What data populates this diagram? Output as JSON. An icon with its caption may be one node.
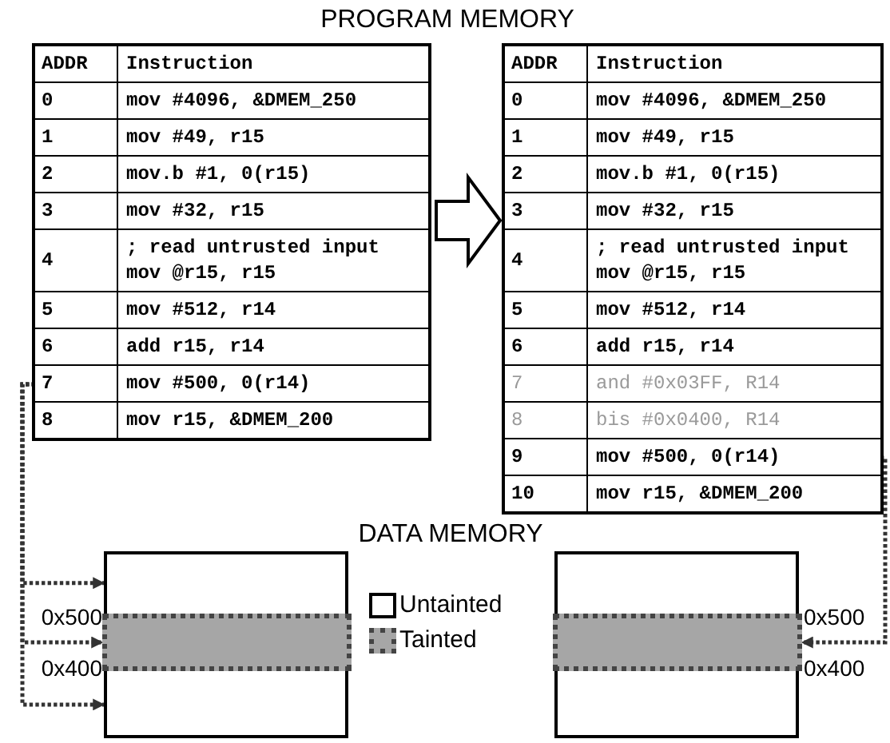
{
  "diagram": {
    "title": "PROGRAM MEMORY",
    "nodes": [
      {
        "text": [],
        "shape": "table"
      },
      {
        "text": [
          "ADDR",
          "Instruction"
        ],
        "in": 0
      },
      {
        "text": [
          "0",
          "mov #4096, &DMEM_250"
        ],
        "in": 0
      },
      {
        "text": [
          "1",
          "mov #49, r15"
        ],
        "in": 0
      },
      {
        "text": [
          "2",
          "mov.b #1, 0(r15)"
        ],
        "in": 0
      },
      {
        "text": [
          "3",
          "mov #32, r15"
        ],
        "in": 0
      },
      {
        "text": [
          "4",
          "; read untrusted input mov @r15, r15"
        ],
        "in": 0
      },
      {
        "text": [
          "5",
          "mov #512, r14"
        ],
        "in": 0
      },
      {
        "text": [
          "6",
          "add r15, r14"
        ],
        "in": 0
      },
      {
        "text": [
          "7",
          "mov #500, 0(r14)"
        ],
        "in": 0
      },
      {
        "text": [
          "8",
          "mov r15, &DMEM_200"
        ],
        "in": 0
      },
      {
        "text": [],
        "shape": "table"
      },
      {
        "text": [
          "ADDR",
          "Instruction"
        ],
        "in": 11
      },
      {
        "text": [
          "0",
          "mov #4096, &DMEM_250"
        ],
        "in": 11
      },
      {
        "text": [
          "1",
          "mov #49, r15"
        ],
        "in": 11
      },
      {
        "text": [
          "2",
          "mov.b #1, 0(r15)"
        ],
        "in": 11
      },
      {
        "text": [
          "3",
          "mov #32, r15"
        ],
        "in": 11
      },
      {
        "text": [
          "4",
          "; read untrusted input mov @r15, r15"
        ],
        "in": 11
      },
      {
        "text": [
          "5",
          "mov #512, r14"
        ],
        "in": 11
      },
      {
        "text": [
          "6",
          "add r15, r14"
        ],
        "in": 11
      },
      {
        "text": [
          "7",
          "and #0x03FF, R14"
        ],
        "in": 11
      },
      {
        "text": [
          "8",
          "bis #0x0400, R14"
        ],
        "in": 11
      },
      {
        "text": [
          "9",
          "mov #500, 0(r14)"
        ],
        "in": 11
      },
      {
        "text": [
          "10",
          "mov r15, &DMEM_200"
        ],
        "in": 11
      },
      {
        "text": [],
        "shape": "box"
      },
      {
        "text": [],
        "shape": "bar",
        "in": 24
      },
      {
        "text": [],
        "shape": "box"
      },
      {
        "text": [],
        "shape": "bar",
        "in": 26
      }
    ],
    "edges": [
      {
        "from": 0,
        "to": 11,
        "arrow": "to",
        "style": "thick"
      },
      {
        "from": 9,
        "to": 24,
        "arrow": "to",
        "style": "dashed"
      },
      {
        "from": 9,
        "to": 25,
        "arrow": "to",
        "style": "dashed"
      },
      {
        "from": 9,
        "to": 24,
        "arrow": "to",
        "style": "dashed"
      },
      {
        "from": 22,
        "to": 27,
        "arrow": "to",
        "style": "dashed"
      }
    ],
    "labels": [
      "DATA MEMORY",
      "0x500",
      "0x400",
      "0x500",
      "0x400"
    ],
    "legend": [
      {
        "text": "Untainted",
        "color": "#ffffff"
      },
      {
        "text": "Tainted",
        "color": "#a6a6a6"
      }
    ]
  }
}
